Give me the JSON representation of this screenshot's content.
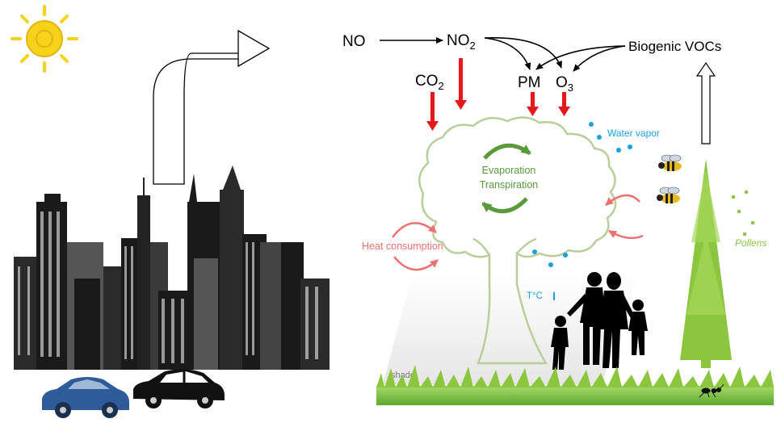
{
  "chemistry": {
    "no": "NO",
    "no2_base": "NO",
    "no2_sub": "2",
    "co2_base": "CO",
    "co2_sub": "2",
    "pm": "PM",
    "o3_base": "O",
    "o3_sub": "3",
    "biogenic_vocs": "Biogenic VOCs"
  },
  "tree_labels": {
    "evaporation": "Evaporation",
    "transpiration": "Transpiration",
    "water_vapor": "Water vapor",
    "heat_consumption": "Heat consumption",
    "temperature": "T°C",
    "shade": "shade",
    "pollens": "Pollens"
  },
  "colors": {
    "red_arrow": "#e8181a",
    "green": "#5a9a3a",
    "light_green": "#8cc63f",
    "blue": "#1ba1e2",
    "pink": "#f07070",
    "tree_outline": "#b9cf9b",
    "city_dark": "#1a1a1a",
    "car_blue": "#2e5b9a"
  },
  "icons": [
    "sun-icon",
    "city-skyline-icon",
    "blue-car-icon",
    "black-car-icon",
    "bee-icon",
    "ant-icon",
    "family-silhouette-icon",
    "conifer-tree-icon",
    "grass-icon"
  ]
}
